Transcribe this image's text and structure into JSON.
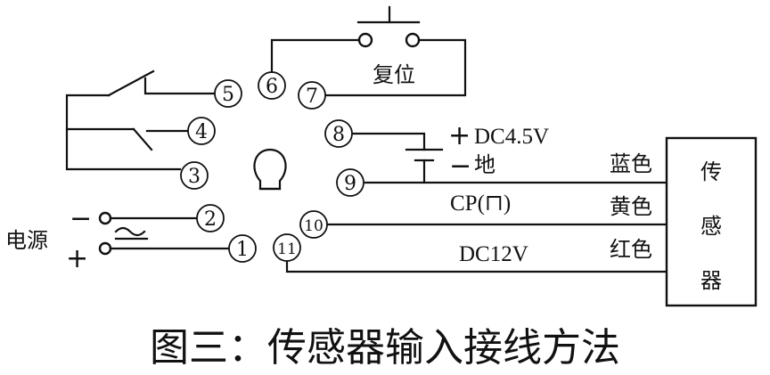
{
  "pins": [
    "1",
    "2",
    "3",
    "4",
    "5",
    "6",
    "7",
    "8",
    "9",
    "10",
    "11"
  ],
  "labels": {
    "reset": "复位",
    "power_supply": "电源",
    "minus": "−",
    "plus": "+",
    "dc45_plus": "+",
    "dc45": "DC4.5V",
    "ground_minus": "−",
    "ground": "地",
    "cp_signal": "CP(⊓)",
    "dc12": "DC12V",
    "blue": "蓝色",
    "yellow": "黄色",
    "red": "红色",
    "sensor": [
      "传",
      "感",
      "器"
    ]
  },
  "caption": "图三：传感器输入接线方法"
}
